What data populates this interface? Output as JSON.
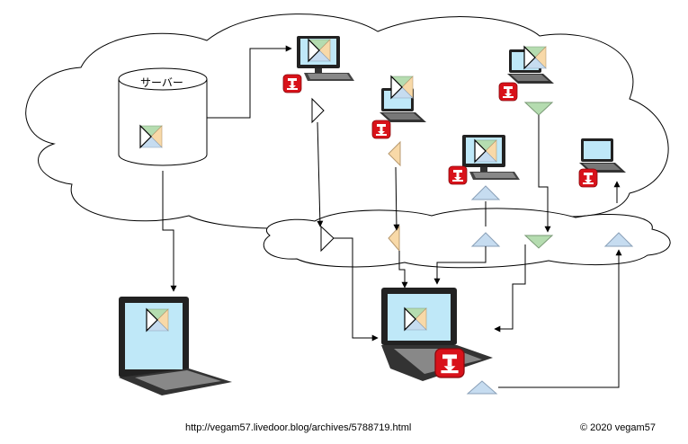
{
  "diagram": {
    "server_label": "サーバー",
    "footer_url": "http://vegam57.livedoor.blog/archives/5788719.html",
    "footer_copyright": "© 2020 vegam57"
  },
  "colors": {
    "green": "#b5dcb0",
    "orange": "#f8d9a8",
    "blue": "#c6dcf0",
    "screen": "#bfe8f8",
    "app_red": "#d8121a",
    "line": "#000000"
  },
  "icons": [
    "server-cylinder",
    "desktop-pc-icon",
    "laptop-icon",
    "app-badge-icon",
    "pinwheel-logo-icon",
    "triangle-marker-icon"
  ]
}
